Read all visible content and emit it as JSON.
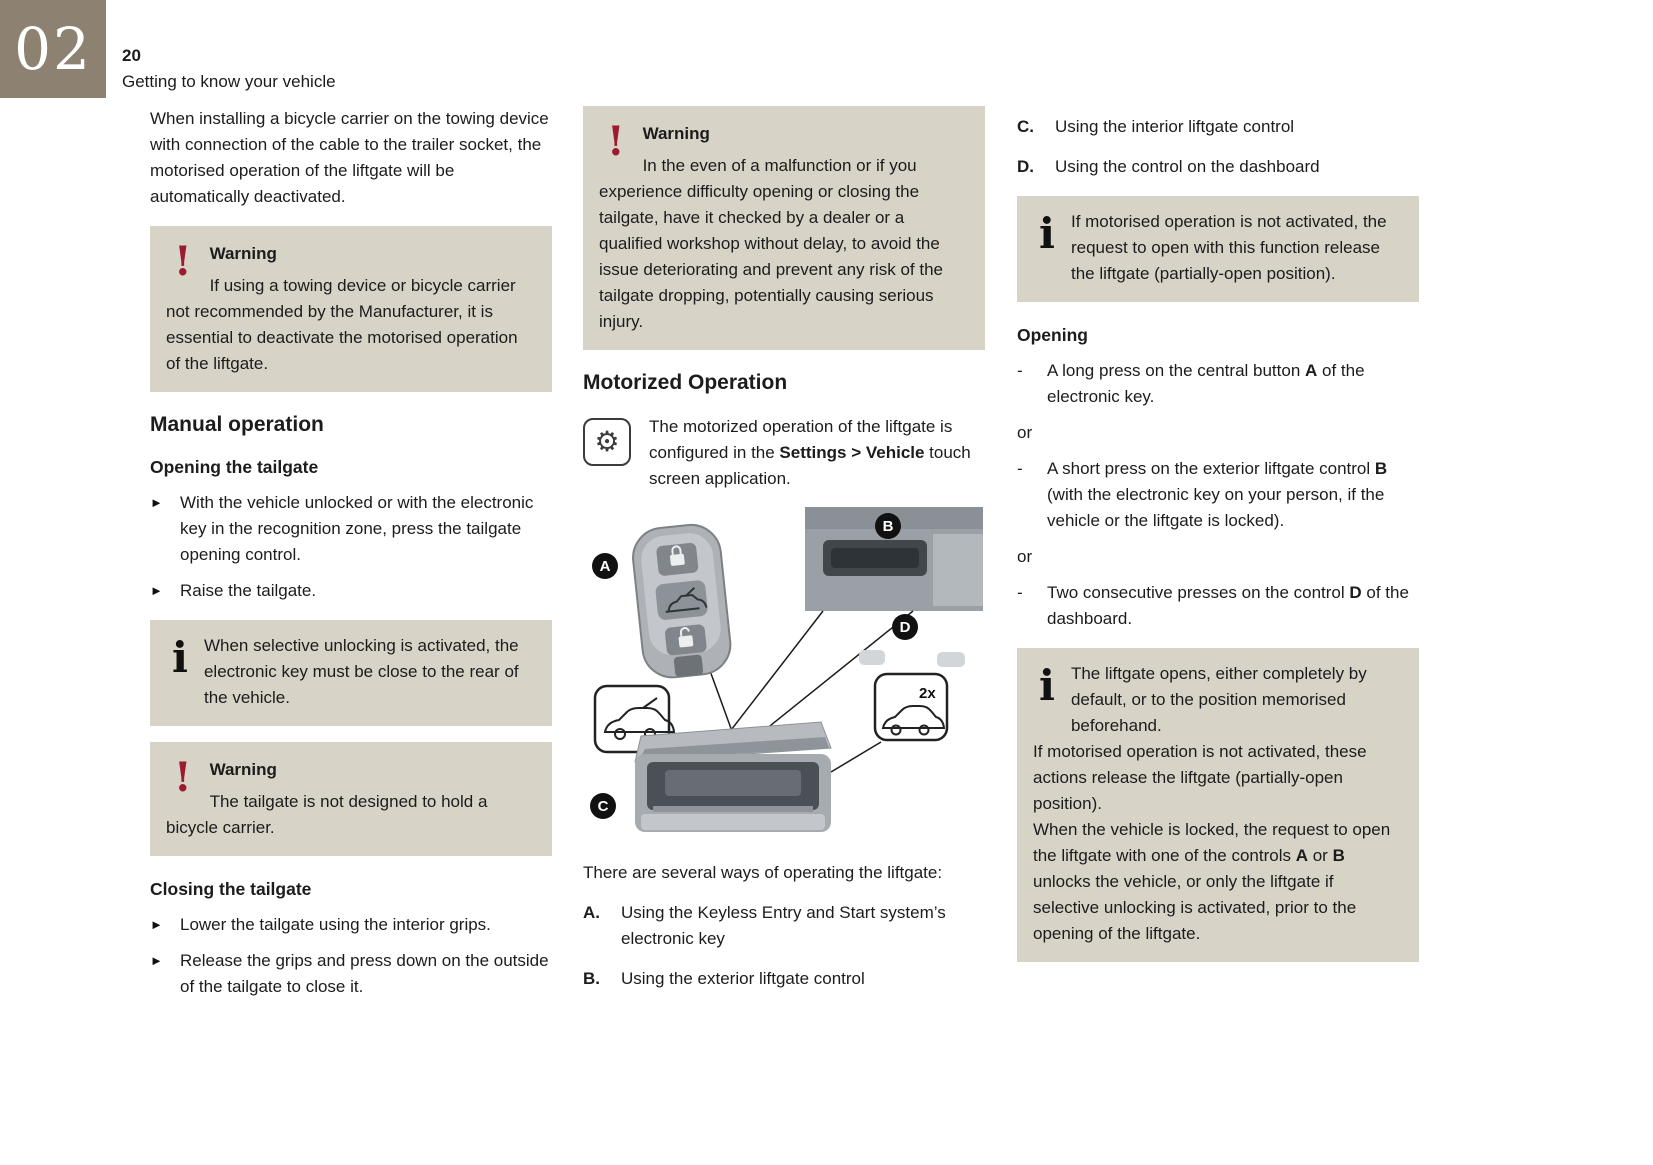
{
  "header": {
    "chapter_number": "02",
    "page_number": "20",
    "chapter_title": "Getting to know your vehicle"
  },
  "icons": {
    "warning": "!",
    "info": "i",
    "gear": "⚙",
    "bullet_triangle": "►",
    "dash": "-"
  },
  "col1": {
    "intro": "When installing a bicycle carrier on the towing device with connection of the cable to the trailer socket, the motorised operation of the liftgate will be automatically deactivated.",
    "warning_towing": {
      "title": "Warning",
      "body": "If using a towing device or bicycle carrier not recommended by the Manufacturer, it is essential to deactivate the motorised operation of the liftgate."
    },
    "manual_operation_heading": "Manual operation",
    "opening_subheading": "Opening the tailgate",
    "opening_bullets": [
      "With the vehicle unlocked or with the electronic key in the recognition zone, press the tailgate opening control.",
      "Raise the tailgate."
    ],
    "info_selective": "When selective unlocking is activated, the electronic key must be close to the rear of the vehicle.",
    "warning_carrier": {
      "title": "Warning",
      "body": "The tailgate is not designed to hold a bicycle carrier."
    },
    "closing_subheading": "Closing the tailgate",
    "closing_bullets": [
      "Lower the tailgate using the interior grips.",
      "Release the grips and press down on the outside of the tailgate to close it."
    ]
  },
  "col2": {
    "warning_malfunction": {
      "title": "Warning",
      "body": "In the even of a malfunction or if you experience difficulty opening or closing the tailgate, have it checked by a dealer or a qualified workshop without delay, to avoid the issue deteriorating and prevent any risk of the tailgate dropping, potentially causing serious injury."
    },
    "motorized_heading": "Motorized Operation",
    "settings_note": [
      {
        "t": "The motorized operation of the liftgate is configured in the "
      },
      {
        "t": "Settings > Vehicle",
        "b": true
      },
      {
        "t": " touch screen application."
      }
    ],
    "ways_intro": "There are several ways of operating the liftgate:",
    "ways": [
      {
        "label": "A.",
        "text": "Using the Keyless Entry and Start system’s electronic key"
      },
      {
        "label": "B.",
        "text": "Using the exterior liftgate control"
      }
    ]
  },
  "col3": {
    "ways": [
      {
        "label": "C.",
        "text": "Using the interior liftgate control"
      },
      {
        "label": "D.",
        "text": "Using the control on the dashboard"
      }
    ],
    "info_not_activated": "If motorised operation is not activated, the request to open with this function release the liftgate (partially-open position).",
    "opening_subheading": "Opening",
    "opening_items": [
      [
        {
          "t": "A long press on the central button "
        },
        {
          "t": "A",
          "b": true
        },
        {
          "t": " of the electronic key."
        }
      ],
      [
        {
          "t": "A short press on the exterior liftgate control "
        },
        {
          "t": "B",
          "b": true
        },
        {
          "t": " (with the electronic key on your person, if the vehicle or the liftgate is locked)."
        }
      ],
      [
        {
          "t": "Two consecutive presses on the control "
        },
        {
          "t": "D",
          "b": true
        },
        {
          "t": " of the dashboard."
        }
      ]
    ],
    "or_separator": "or",
    "info_opens": [
      {
        "t": "The liftgate opens, either completely by default, or to the position memorised beforehand.\nIf motorised operation is not activated, these actions release the liftgate (partially-open position).\nWhen the vehicle is locked, the request to open the liftgate with one of the controls "
      },
      {
        "t": "A",
        "b": true
      },
      {
        "t": " or "
      },
      {
        "t": "B",
        "b": true
      },
      {
        "t": " unlocks the vehicle, or only the liftgate if selective unlocking is activated, prior to the opening of the liftgate."
      }
    ]
  },
  "diagram": {
    "label_a": "A",
    "label_b": "B",
    "label_c": "C",
    "label_d": "D",
    "double_press": "2x"
  },
  "colors": {
    "box_background": "#d8d3c7",
    "chapter_tab": "#8d8271",
    "warning_red": "#9b1b32"
  }
}
